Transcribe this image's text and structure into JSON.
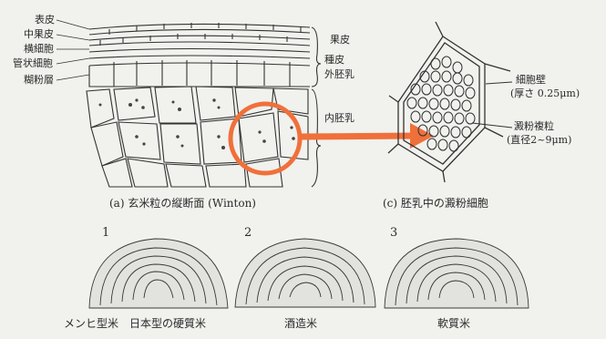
{
  "panel_a": {
    "left_labels": [
      "表皮",
      "中果皮",
      "横細胞",
      "管状細胞",
      "糊粉層"
    ],
    "right_labels": [
      "果皮",
      "種皮",
      "外胚乳",
      "内胚乳"
    ],
    "caption": "(a) 玄米粒の縦断面 (Winton)"
  },
  "panel_c": {
    "wall_label": "細胞壁",
    "wall_value": "(厚さ 0.25μm)",
    "granule_label": "澱粉複粒",
    "granule_value": "(直径2~9μm)",
    "caption": "(c) 胚乳中の澱粉細胞"
  },
  "grains": [
    {
      "number": "1",
      "caption": "メンヒ型米　日本型の硬質米"
    },
    {
      "number": "2",
      "caption": "酒造米"
    },
    {
      "number": "3",
      "caption": "軟質米"
    }
  ],
  "colors": {
    "highlight": "#f0703a",
    "ink": "#2a2a2a",
    "paper": "#f1f1ee"
  }
}
